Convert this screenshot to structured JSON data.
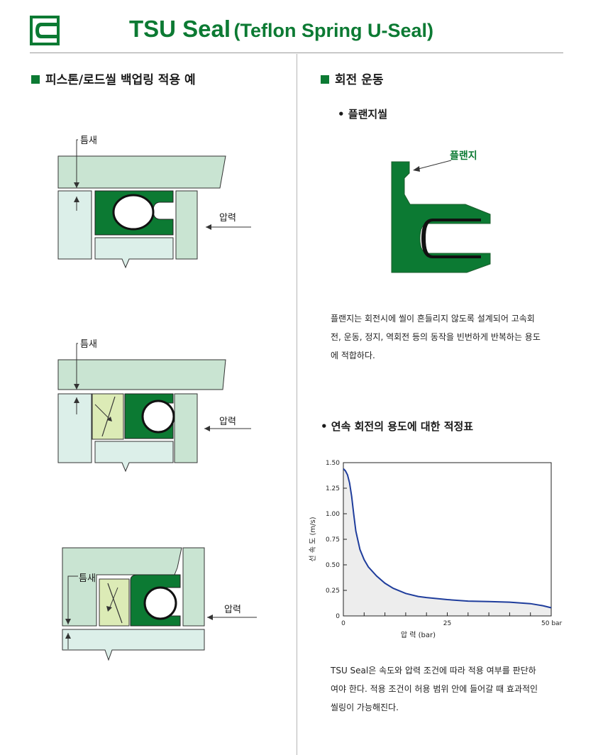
{
  "header": {
    "title_main": "TSU Seal",
    "title_sub": "(Teflon Spring U-Seal)",
    "logo_icon": "company-logo"
  },
  "colors": {
    "brand_green": "#0c7a33",
    "part_light": "#dcefe9",
    "part_mint": "#c9e4d2",
    "ring_yellow": "#dcebb6",
    "curve_blue": "#1f3d9c"
  },
  "left": {
    "heading": "피스톤/로드씰 백업링 적용 예",
    "diagrams": [
      {
        "gap_label": "틈새",
        "pressure_label": "압력"
      },
      {
        "gap_label": "틈새",
        "pressure_label": "압력"
      },
      {
        "gap_label": "틈새",
        "pressure_label": "압력"
      }
    ]
  },
  "right": {
    "heading": "회전 운동",
    "flange": {
      "subheading": "• 플랜지씰",
      "callout": "플랜지",
      "description": [
        "플랜지는 회전시에 씰이 흔들리지 않도록 설계되어 고속회",
        "전, 운동, 정지, 역회전 등의 동작을 빈번하게 반복하는 용도",
        "에 적합하다."
      ]
    },
    "chart_section": {
      "subheading": "• 연속 회전의 용도에 대한 적정표",
      "note": [
        "TSU Seal은 속도와 압력 조건에 따라 적용 여부를 판단하",
        "여야 한다. 적용 조건이 허용 범위 안에 들어갈 때 효과적인",
        "씰링이 가능해진다."
      ]
    }
  },
  "chart_data": {
    "type": "area",
    "title": "",
    "xlabel": "압   력 (bar)",
    "ylabel": "선 속 도 (m/s)",
    "xlim": [
      0,
      50
    ],
    "ylim": [
      0,
      1.5
    ],
    "x_ticks": [
      "0",
      "25",
      "50 bar"
    ],
    "y_ticks": [
      "1.50",
      "1.25",
      "1.00",
      "0.75",
      "0.50",
      "0.25",
      "0"
    ],
    "grid": false,
    "series": [
      {
        "x": [
          0,
          0.5,
          1,
          1.5,
          2,
          2.5,
          3,
          4,
          5,
          6,
          8,
          10,
          12,
          15,
          18,
          20,
          25,
          30,
          35,
          40,
          45,
          48,
          50
        ],
        "y": [
          1.44,
          1.42,
          1.38,
          1.3,
          1.17,
          0.99,
          0.83,
          0.65,
          0.55,
          0.48,
          0.39,
          0.32,
          0.27,
          0.22,
          0.19,
          0.18,
          0.16,
          0.145,
          0.14,
          0.135,
          0.12,
          0.1,
          0.08
        ]
      }
    ]
  }
}
